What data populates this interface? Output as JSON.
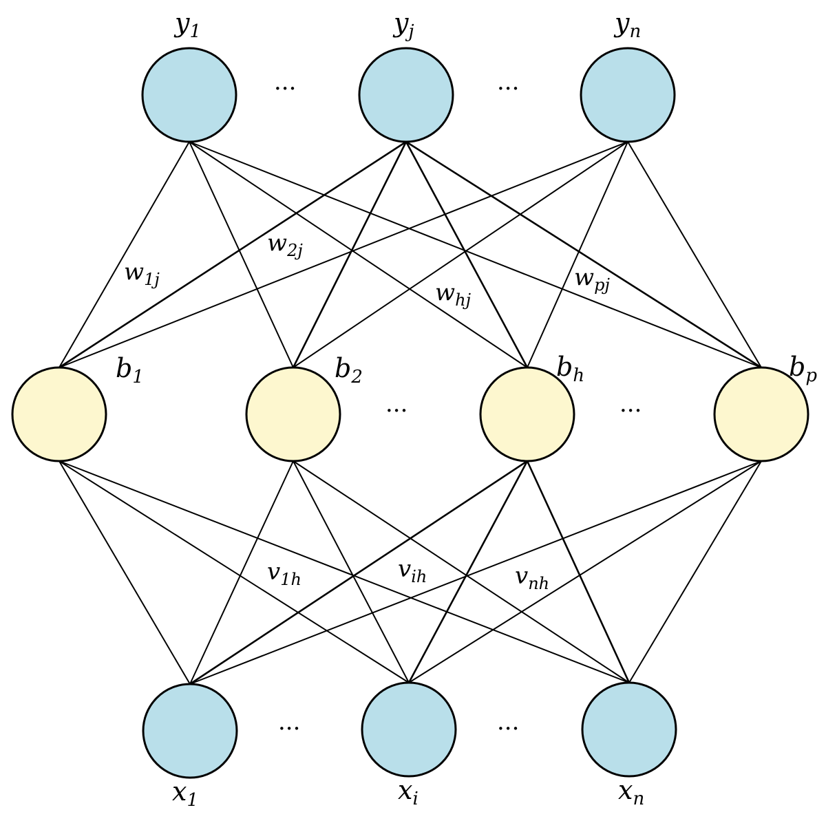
{
  "colors": {
    "output_fill": "#b9dfea",
    "input_fill": "#b9dfea",
    "hidden_fill": "#fdf7cf",
    "edge": "#000000",
    "highlight": "#a0393b"
  },
  "ellipsis": "···",
  "layers": {
    "output": [
      {
        "base": "y",
        "sub": "1"
      },
      {
        "base": "y",
        "sub": "j"
      },
      {
        "base": "y",
        "sub": "n"
      }
    ],
    "hidden": [
      {
        "base": "b",
        "sub": "1"
      },
      {
        "base": "b",
        "sub": "2"
      },
      {
        "base": "b",
        "sub": "h"
      },
      {
        "base": "b",
        "sub": "p"
      }
    ],
    "input": [
      {
        "base": "x",
        "sub": "1"
      },
      {
        "base": "x",
        "sub": "i"
      },
      {
        "base": "x",
        "sub": "n"
      }
    ]
  },
  "weights_top": [
    {
      "base": "w",
      "sub": "1j"
    },
    {
      "base": "w",
      "sub": "2j"
    },
    {
      "base": "w",
      "sub": "hj"
    },
    {
      "base": "w",
      "sub": "pj"
    }
  ],
  "weights_bottom": [
    {
      "base": "v",
      "sub": "1h"
    },
    {
      "base": "v",
      "sub": "ih"
    },
    {
      "base": "v",
      "sub": "nh"
    }
  ],
  "highlighted": {
    "output_node": "y_j",
    "hidden_node": "b_h"
  }
}
